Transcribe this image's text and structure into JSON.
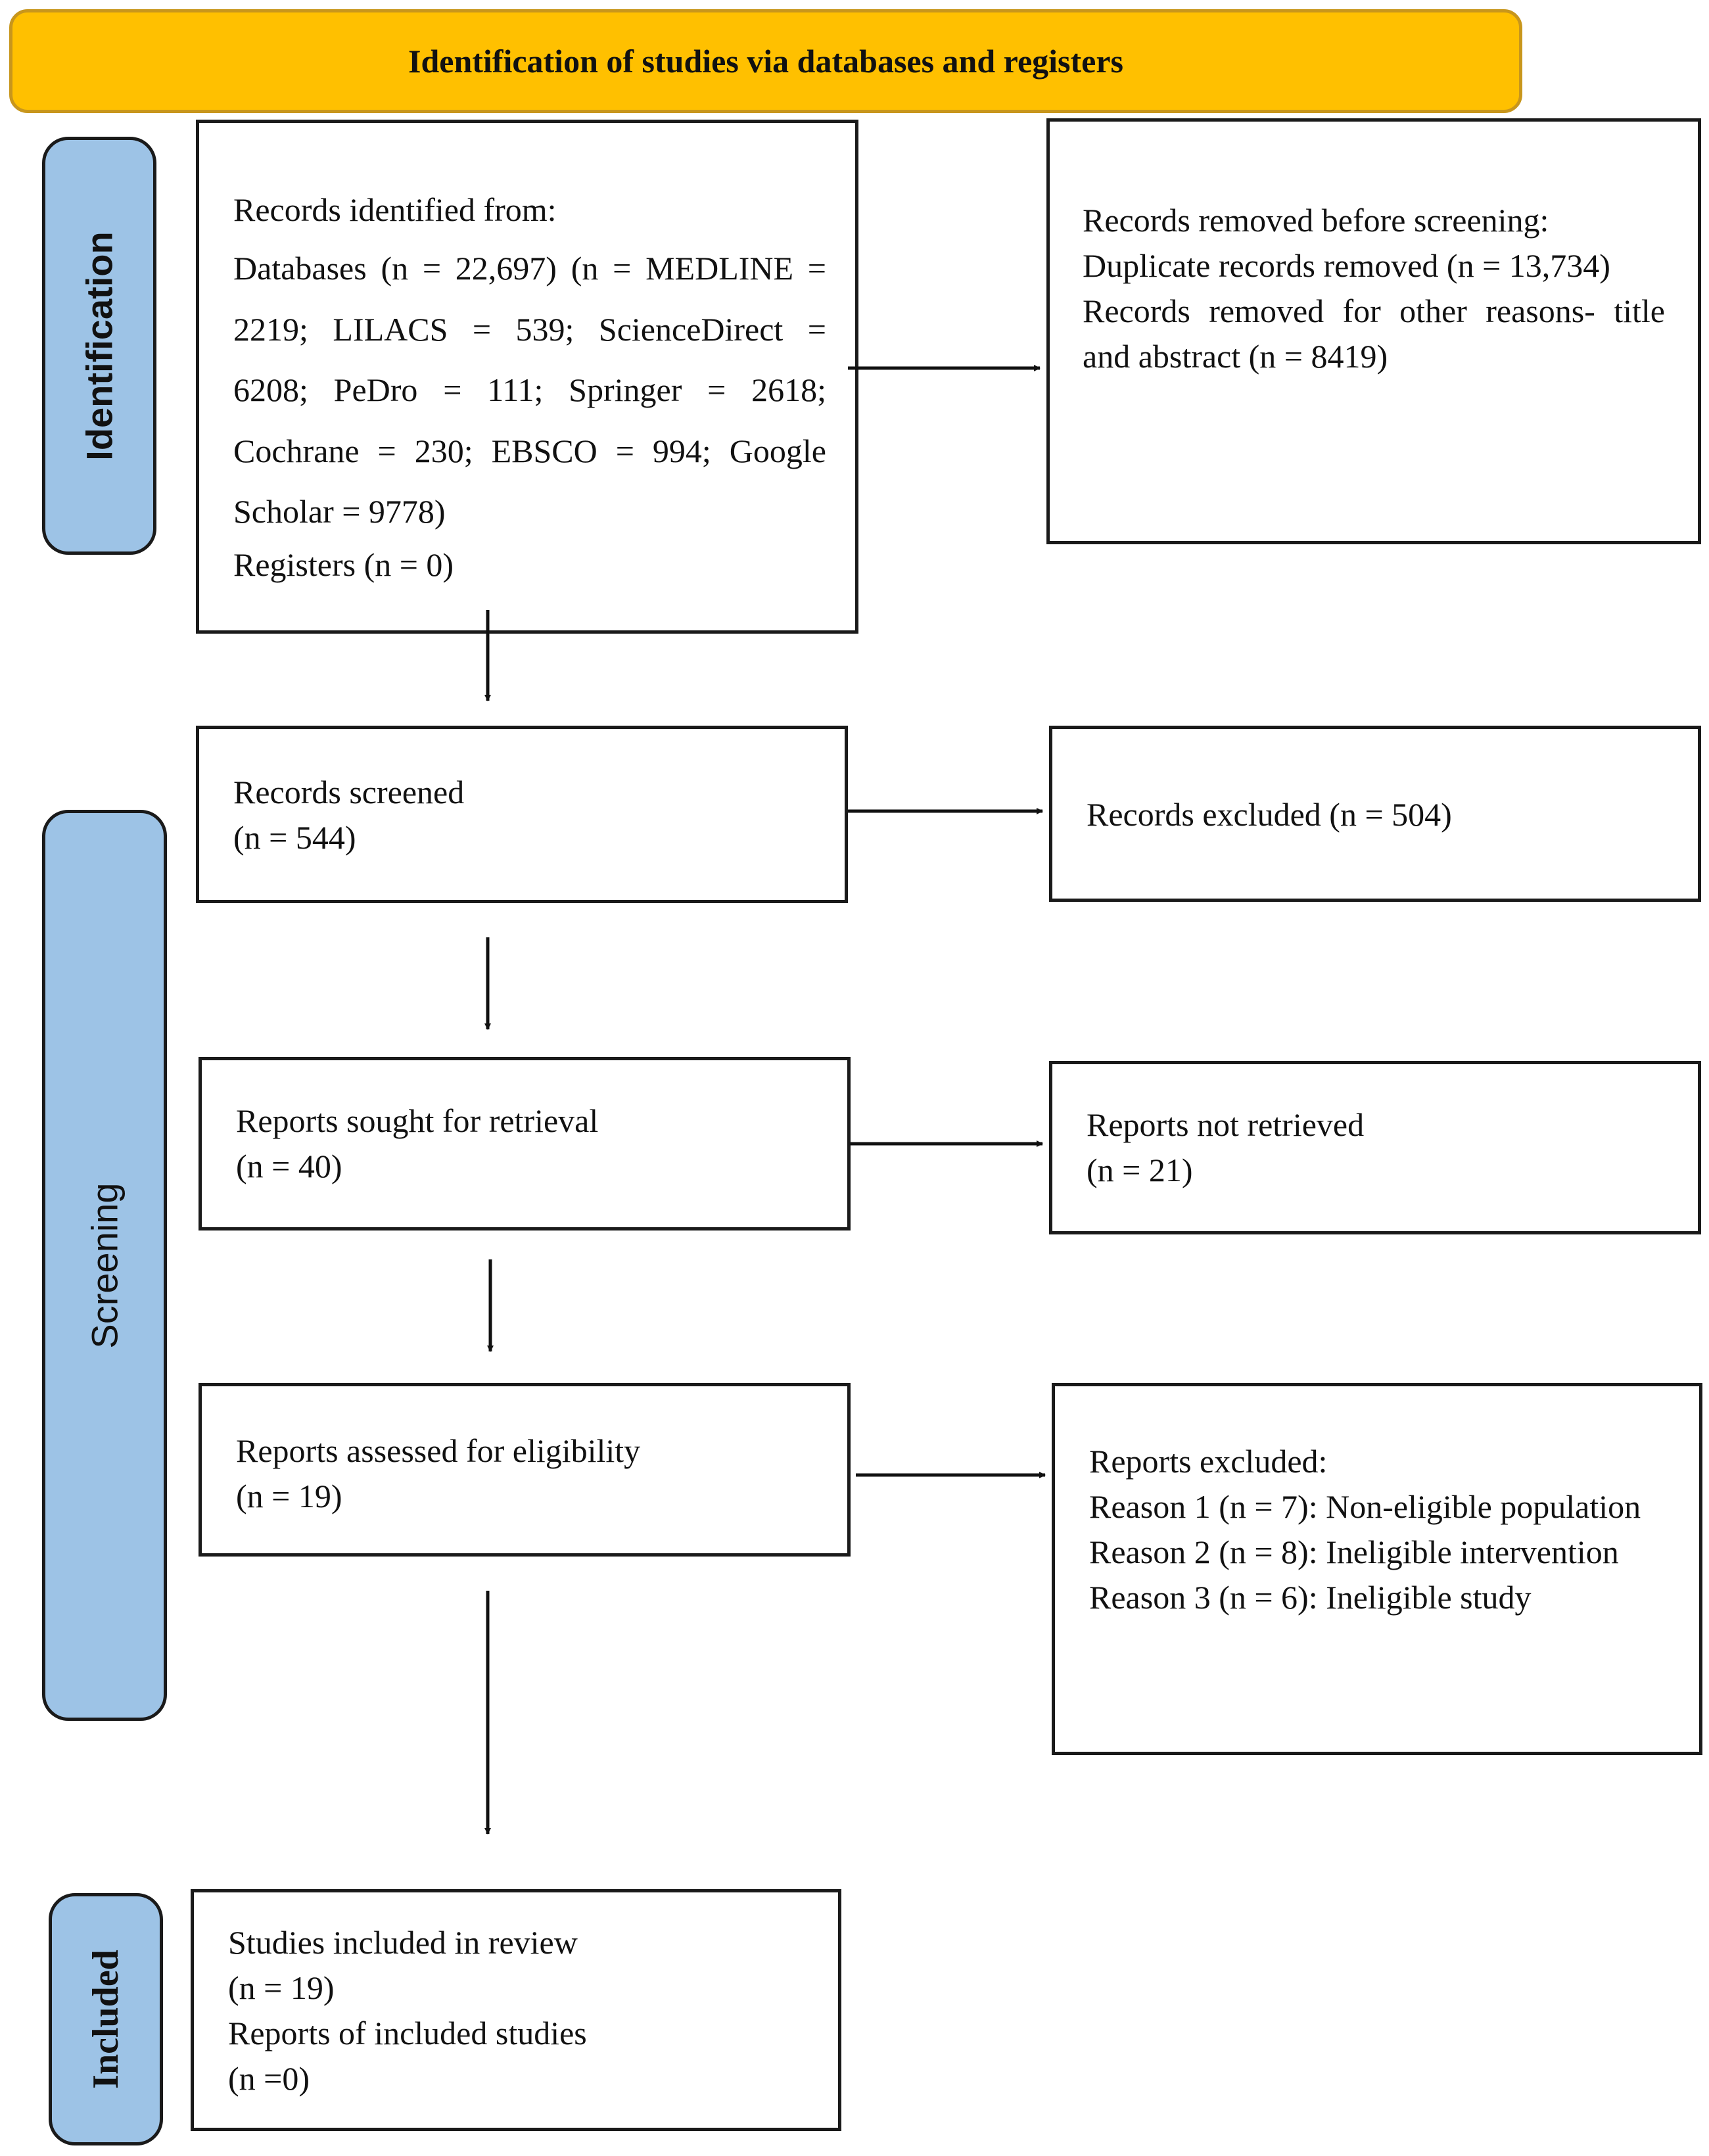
{
  "header": {
    "title": "Identification of studies via databases and registers"
  },
  "phases": {
    "identification": "Identification",
    "screening": "Screening",
    "included": "Included"
  },
  "identification": {
    "records_identified": {
      "heading": "Records identified from:",
      "databases": "Databases (n = 22,697) (n = MEDLINE = 2219; LILACS = 539; ScienceDirect = 6208; PeDro = 111; Springer = 2618; Cochrane = 230; EBSCO = 994; Google Scholar = 9778)",
      "registers": "Registers (n = 0)"
    },
    "records_removed": {
      "heading": "Records removed before screening:",
      "duplicates": "Duplicate records removed (n = 13,734)",
      "other": "Records removed for other reasons- title and abstract (n = 8419)"
    }
  },
  "screening": {
    "records_screened": {
      "label": "Records screened",
      "n": "(n = 544)"
    },
    "records_excluded": {
      "label": "Records excluded (n = 504)"
    },
    "reports_sought": {
      "label": "Reports sought for retrieval",
      "n": "(n = 40)"
    },
    "reports_not_retrieved": {
      "label": "Reports not retrieved",
      "n": "(n = 21)"
    },
    "reports_assessed": {
      "label": "Reports assessed for eligibility",
      "n": "(n = 19)"
    },
    "reports_excluded": {
      "heading": "Reports excluded:",
      "reason1": "Reason 1 (n = 7): Non-eligible population",
      "reason2": "Reason 2 (n = 8): Ineligible intervention",
      "reason3": "Reason 3 (n = 6): Ineligible study"
    }
  },
  "included": {
    "studies": {
      "label": "Studies included in review",
      "n": "(n = 19)"
    },
    "reports": {
      "label": "Reports of included studies",
      "n": "(n =0)"
    }
  }
}
